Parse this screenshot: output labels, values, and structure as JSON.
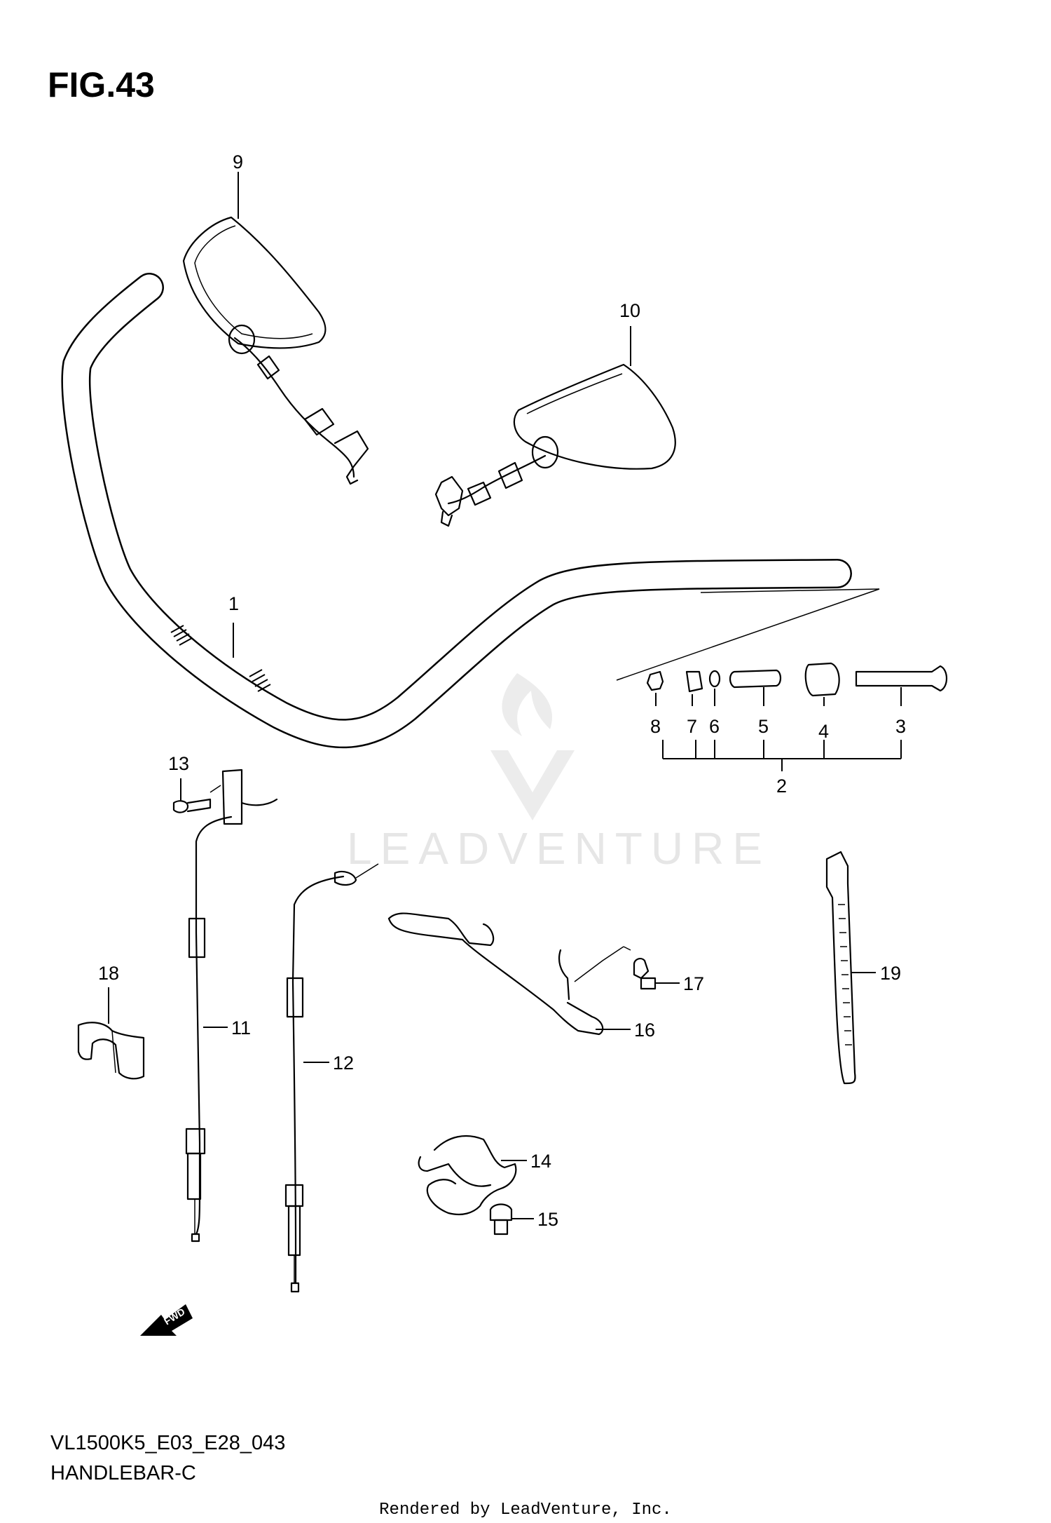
{
  "figure": {
    "title": "FIG.43",
    "model_code": "VL1500K5_E03_E28_043",
    "section_name": "HANDLEBAR-C",
    "render_credit": "Rendered by LeadVenture, Inc.",
    "watermark": "LEADVENTURE",
    "fwd_arrow": "FWD"
  },
  "callouts": [
    {
      "id": "1",
      "label": "1"
    },
    {
      "id": "2",
      "label": "2"
    },
    {
      "id": "3",
      "label": "3"
    },
    {
      "id": "4",
      "label": "4"
    },
    {
      "id": "5",
      "label": "5"
    },
    {
      "id": "6",
      "label": "6"
    },
    {
      "id": "7",
      "label": "7"
    },
    {
      "id": "8",
      "label": "8"
    },
    {
      "id": "9",
      "label": "9"
    },
    {
      "id": "10",
      "label": "10"
    },
    {
      "id": "11",
      "label": "11"
    },
    {
      "id": "12",
      "label": "12"
    },
    {
      "id": "13",
      "label": "13"
    },
    {
      "id": "14",
      "label": "14"
    },
    {
      "id": "15",
      "label": "15"
    },
    {
      "id": "16",
      "label": "16"
    },
    {
      "id": "17",
      "label": "17"
    },
    {
      "id": "18",
      "label": "18"
    },
    {
      "id": "19",
      "label": "19"
    }
  ]
}
